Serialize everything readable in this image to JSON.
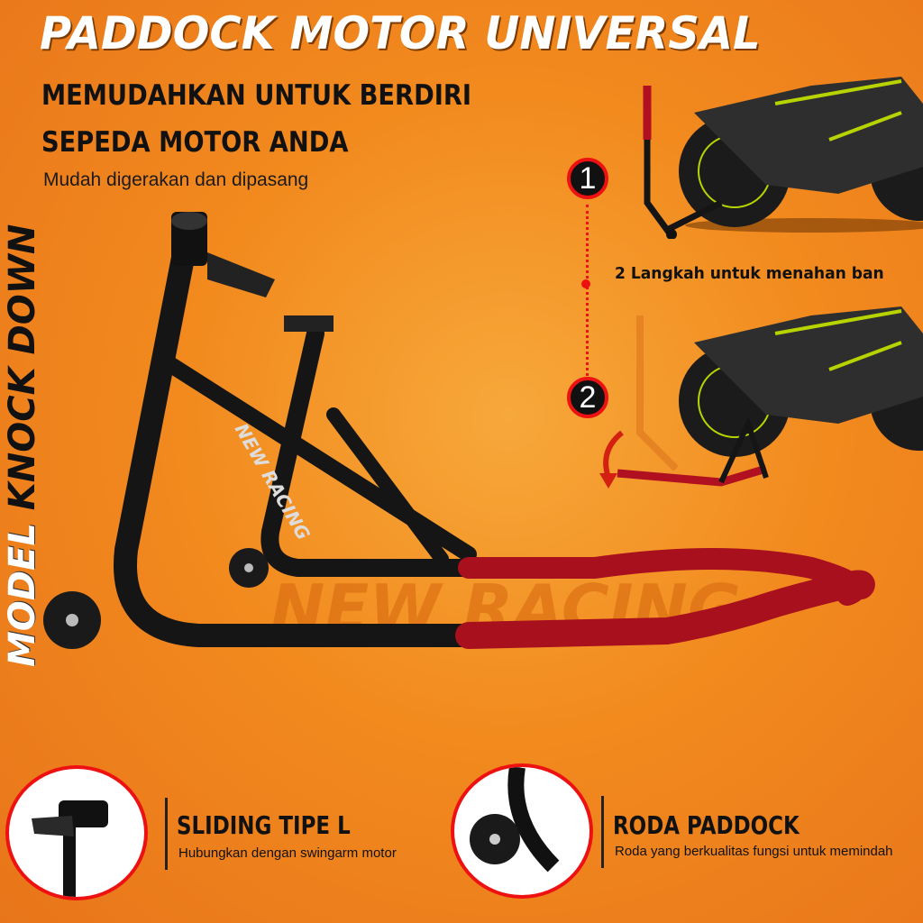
{
  "header": {
    "title": "PADDOCK MOTOR UNIVERSAL",
    "headline_line1": "MEMUDAHKAN UNTUK BERDIRI",
    "headline_line2": "SEPEDA MOTOR ANDA",
    "subtitle": "Mudah digerakan dan dipasang"
  },
  "side_label": {
    "model": "MODEL",
    "type": "KNOCK DOWN"
  },
  "brand": {
    "logo_text_1": "NEW",
    "logo_text_2": "RACING"
  },
  "steps": {
    "step1": "1",
    "step2": "2",
    "note": "2 Langkah untuk menahan ban"
  },
  "features": [
    {
      "title": "SLIDING TIPE L",
      "description": "Hubungkan dengan swingarm motor"
    },
    {
      "title": "RODA PADDOCK",
      "description": "Roda yang berkualitas fungsi untuk memindah"
    }
  ],
  "colors": {
    "background": "#f28a1e",
    "accent_red": "#e11111",
    "stand_black": "#111111",
    "stand_red": "#b01020"
  }
}
